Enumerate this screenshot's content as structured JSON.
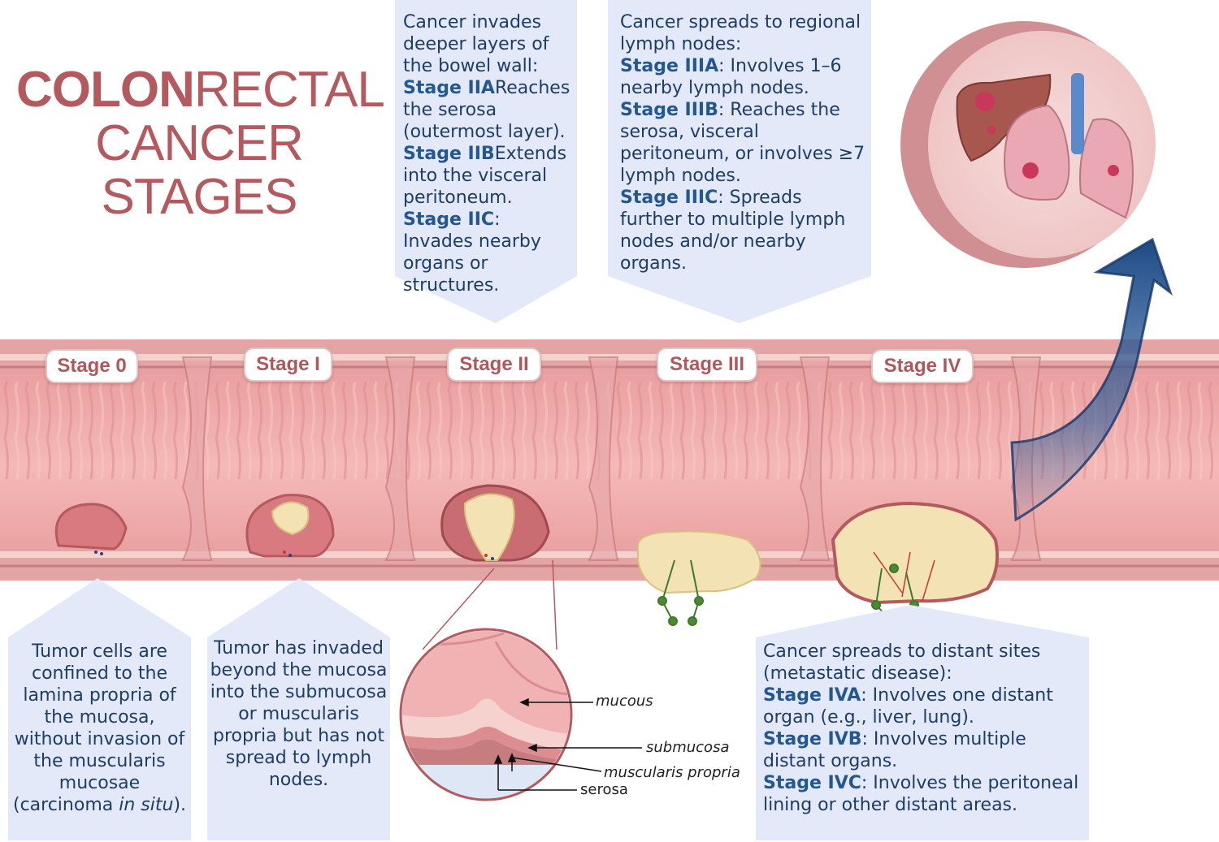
{
  "title": {
    "colon": "COLON",
    "rectal": "RECTAL",
    "line2": "CANCER",
    "line3": "STAGES"
  },
  "stages": [
    "Stage 0",
    "Stage I",
    "Stage II",
    "Stage III",
    "Stage IV"
  ],
  "stage0_text": "Tumor cells are confined to the lamina propria of the mucosa, without invasion of the muscularis mucosae (carcinoma ",
  "stage0_italic": "in situ",
  "stage0_end": ").",
  "stage1_text": "Tumor has invaded beyond the mucosa into the submucosa or muscularis propria but has not spread to lymph nodes.",
  "stage2": {
    "intro": "Cancer invades deeper layers of the bowel wall:",
    "items": [
      {
        "label": "Stage IIA",
        "text": "Reaches the serosa (outermost layer)."
      },
      {
        "label": "Stage IIB",
        "text": "Extends into the visceral peritoneum."
      },
      {
        "label": "Stage IIC",
        "text": ": Invades nearby organs or structures."
      }
    ]
  },
  "stage3": {
    "intro": "Cancer spreads to regional lymph nodes:",
    "items": [
      {
        "label": "Stage IIIA",
        "text": ": Involves 1–6 nearby lymph nodes."
      },
      {
        "label": "Stage IIIB",
        "text": ": Reaches the serosa, visceral peritoneum, or involves ≥7 lymph nodes."
      },
      {
        "label": "Stage IIIC",
        "text": ": Spreads further to multiple lymph nodes and/or nearby organs."
      }
    ]
  },
  "stage4": {
    "intro": "Cancer spreads to distant sites (metastatic disease):",
    "items": [
      {
        "label": "Stage IVA",
        "text": ": Involves one distant organ (e.g., liver, lung)."
      },
      {
        "label": "Stage IVB",
        "text": ": Involves multiple distant organs."
      },
      {
        "label": "Stage IVC",
        "text": ": Involves the peritoneal lining or other distant areas."
      }
    ]
  },
  "layers": {
    "mucous": "mucous",
    "submucosa": "submucosa",
    "muscularis": "muscularis propria",
    "serosa": "serosa"
  },
  "colors": {
    "title": "#b45a5f",
    "box": "#e3e9f8",
    "text": "#1d3d66",
    "stage_bold": "#24578f",
    "colon": "#eba8a8",
    "arrow": "#2c5d99"
  }
}
